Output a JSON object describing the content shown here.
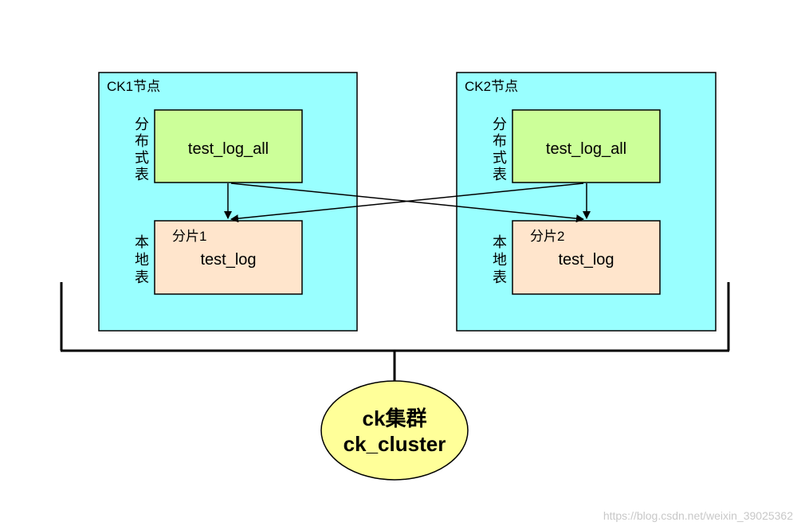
{
  "nodes": [
    {
      "title": "CK1节点",
      "distributed_label": [
        "分",
        "布",
        "式",
        "表"
      ],
      "distributed_table": "test_log_all",
      "local_label": [
        "本",
        "地",
        "表"
      ],
      "shard_label": "分片1",
      "local_table": "test_log"
    },
    {
      "title": "CK2节点",
      "distributed_label": [
        "分",
        "布",
        "式",
        "表"
      ],
      "distributed_table": "test_log_all",
      "local_label": [
        "本",
        "地",
        "表"
      ],
      "shard_label": "分片2",
      "local_table": "test_log"
    }
  ],
  "cluster": {
    "line1": "ck集群",
    "line2": "ck_cluster"
  },
  "watermark": "https://blog.csdn.net/weixin_39025362",
  "colors": {
    "node_fill": "#99ffff",
    "distributed_fill": "#ccff99",
    "local_fill": "#ffe5cc",
    "cluster_fill": "#ffff99",
    "stroke": "#000000"
  }
}
